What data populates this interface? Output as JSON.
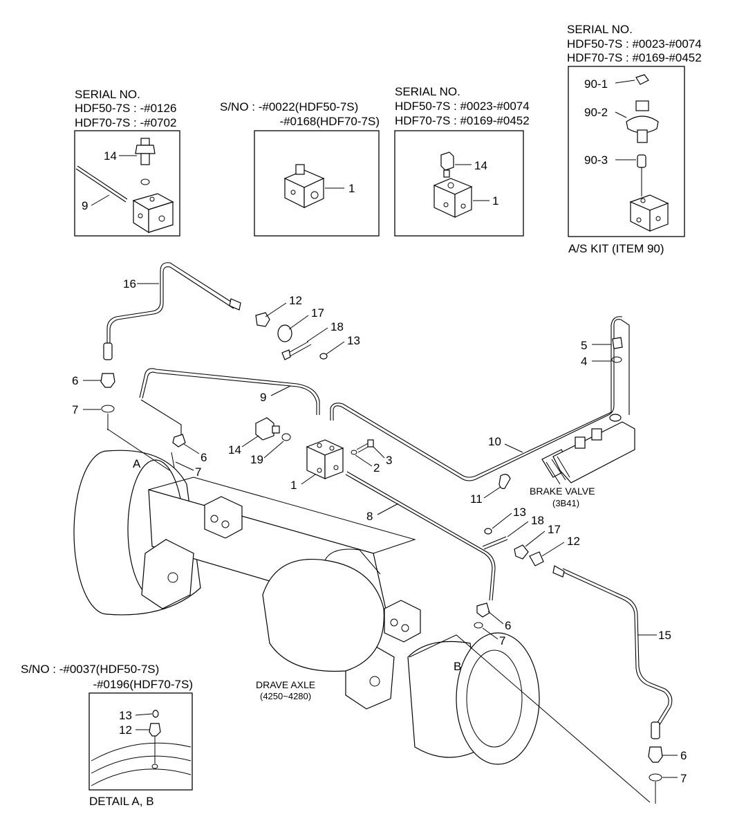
{
  "inset_left": {
    "header": [
      "SERIAL NO.",
      "HDF50-7S : -#0126",
      "HDF70-7S : -#0702"
    ],
    "callouts": [
      "14",
      "9"
    ]
  },
  "inset_mid1": {
    "header": [
      "S/NO : -#0022(HDF50-7S)",
      "-#0168(HDF70-7S)"
    ],
    "callouts": [
      "1"
    ]
  },
  "inset_mid2": {
    "header": [
      "SERIAL NO.",
      "HDF50-7S : #0023-#0074",
      "HDF70-7S : #0169-#0452"
    ],
    "callouts": [
      "14",
      "1"
    ]
  },
  "inset_right": {
    "header": [
      "SERIAL NO.",
      "HDF50-7S : #0023-#0074",
      "HDF70-7S : #0169-#0452"
    ],
    "callouts": [
      "90-1",
      "90-2",
      "90-3"
    ],
    "caption": "A/S KIT (ITEM 90)"
  },
  "detail": {
    "header": [
      "S/NO : -#0037(HDF50-7S)",
      "-#0196(HDF70-7S)"
    ],
    "callouts": [
      "13",
      "12"
    ],
    "caption": "DETAIL A, B"
  },
  "main": {
    "callouts": {
      "c16": "16",
      "c12a": "12",
      "c17a": "17",
      "c18a": "18",
      "c13a": "13",
      "c6a": "6",
      "c7a": "7",
      "cA": "A",
      "c6b": "6",
      "c7b": "7",
      "c9": "9",
      "c14": "14",
      "c19": "19",
      "c3": "3",
      "c2": "2",
      "c1": "1",
      "c5": "5",
      "c4": "4",
      "c10": "10",
      "c11": "11",
      "c8": "8",
      "c13b": "13",
      "c18b": "18",
      "c17b": "17",
      "c12b": "12",
      "c6c": "6",
      "c7c": "7",
      "cB": "B",
      "c15": "15",
      "c6d": "6",
      "c7d": "7"
    },
    "brake_valve": [
      "BRAKE VALVE",
      "(3B41)"
    ],
    "axle": [
      "DRAVE AXLE",
      "(4250~4280)"
    ]
  }
}
